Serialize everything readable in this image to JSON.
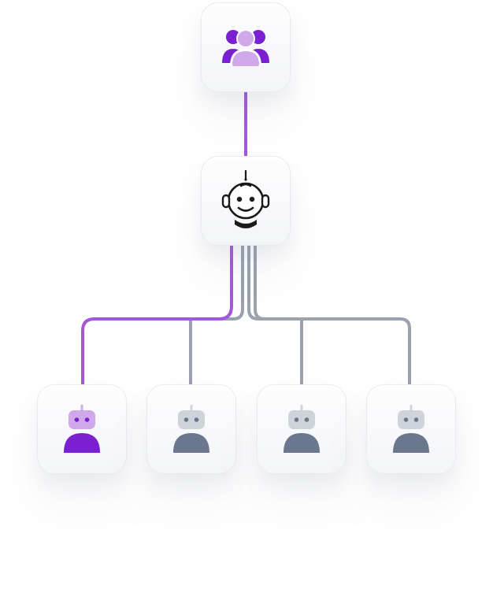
{
  "diagram": {
    "type": "hierarchy",
    "colors": {
      "active_connector": "#a259d9",
      "inactive_connector": "#9aa2ae",
      "node_background": "#f7f8fa",
      "node_border": "#e8eaef",
      "active_icon_primary": "#7a1fd1",
      "active_icon_secondary": "#d0a9ec",
      "inactive_icon_primary": "#6a778f",
      "inactive_icon_secondary": "#cfd3da",
      "assistant_outline": "#1a1a1a"
    },
    "nodes": [
      {
        "id": "user-group",
        "icon": "user-group-icon",
        "state": "active"
      },
      {
        "id": "assistant",
        "icon": "robot-assistant-icon",
        "state": "active"
      },
      {
        "id": "agent-1",
        "icon": "robot-agent-icon",
        "state": "active"
      },
      {
        "id": "agent-2",
        "icon": "robot-agent-icon",
        "state": "inactive"
      },
      {
        "id": "agent-3",
        "icon": "robot-agent-icon",
        "state": "inactive"
      },
      {
        "id": "agent-4",
        "icon": "robot-agent-icon",
        "state": "inactive"
      }
    ],
    "edges": [
      {
        "from": "user-group",
        "to": "assistant",
        "state": "active"
      },
      {
        "from": "assistant",
        "to": "agent-1",
        "state": "active"
      },
      {
        "from": "assistant",
        "to": "agent-2",
        "state": "inactive"
      },
      {
        "from": "assistant",
        "to": "agent-3",
        "state": "inactive"
      },
      {
        "from": "assistant",
        "to": "agent-4",
        "state": "inactive"
      }
    ]
  }
}
